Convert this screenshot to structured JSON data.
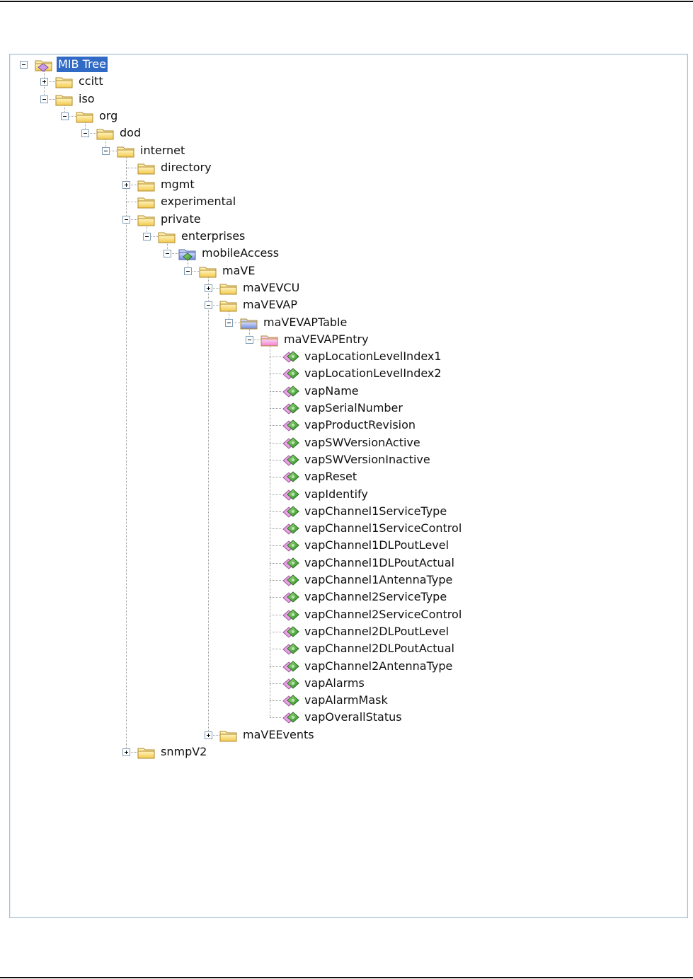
{
  "tree": {
    "nodes": [
      {
        "id": "mib-tree",
        "label": "MIB Tree",
        "depth": 0,
        "toggle": "minus",
        "icon": "mib-root",
        "selected": true
      },
      {
        "id": "ccitt",
        "label": "ccitt",
        "depth": 1,
        "toggle": "plus",
        "icon": "folder-yellow"
      },
      {
        "id": "iso",
        "label": "iso",
        "depth": 1,
        "toggle": "minus",
        "icon": "folder-yellow"
      },
      {
        "id": "org",
        "label": "org",
        "depth": 2,
        "toggle": "minus",
        "icon": "folder-yellow"
      },
      {
        "id": "dod",
        "label": "dod",
        "depth": 3,
        "toggle": "minus",
        "icon": "folder-yellow"
      },
      {
        "id": "internet",
        "label": "internet",
        "depth": 4,
        "toggle": "minus",
        "icon": "folder-yellow"
      },
      {
        "id": "directory",
        "label": "directory",
        "depth": 5,
        "toggle": "none",
        "icon": "folder-yellow"
      },
      {
        "id": "mgmt",
        "label": "mgmt",
        "depth": 5,
        "toggle": "plus",
        "icon": "folder-yellow"
      },
      {
        "id": "experimental",
        "label": "experimental",
        "depth": 5,
        "toggle": "none",
        "icon": "folder-yellow"
      },
      {
        "id": "private",
        "label": "private",
        "depth": 5,
        "toggle": "minus",
        "icon": "folder-yellow"
      },
      {
        "id": "enterprises",
        "label": "enterprises",
        "depth": 6,
        "toggle": "minus",
        "icon": "folder-yellow"
      },
      {
        "id": "mobileaccess",
        "label": "mobileAccess",
        "depth": 7,
        "toggle": "minus",
        "icon": "folder-module"
      },
      {
        "id": "mave",
        "label": "maVE",
        "depth": 8,
        "toggle": "minus",
        "icon": "folder-yellow"
      },
      {
        "id": "mavevcu",
        "label": "maVEVCU",
        "depth": 9,
        "toggle": "plus",
        "icon": "folder-yellow"
      },
      {
        "id": "mavevap",
        "label": "maVEVAP",
        "depth": 9,
        "toggle": "minus",
        "icon": "folder-yellow"
      },
      {
        "id": "mavevaptable",
        "label": "maVEVAPTable",
        "depth": 10,
        "toggle": "minus",
        "icon": "folder-blue"
      },
      {
        "id": "mavevapentry",
        "label": "maVEVAPEntry",
        "depth": 11,
        "toggle": "minus",
        "icon": "folder-pink"
      },
      {
        "id": "vaplocationlevelindex1",
        "label": "vapLocationLevelIndex1",
        "depth": 12,
        "toggle": "none",
        "icon": "leaf-object"
      },
      {
        "id": "vaplocationlevelindex2",
        "label": "vapLocationLevelIndex2",
        "depth": 12,
        "toggle": "none",
        "icon": "leaf-object"
      },
      {
        "id": "vapname",
        "label": "vapName",
        "depth": 12,
        "toggle": "none",
        "icon": "leaf-object"
      },
      {
        "id": "vapserialnumber",
        "label": "vapSerialNumber",
        "depth": 12,
        "toggle": "none",
        "icon": "leaf-object"
      },
      {
        "id": "vapproductrevision",
        "label": "vapProductRevision",
        "depth": 12,
        "toggle": "none",
        "icon": "leaf-object"
      },
      {
        "id": "vapswversionactive",
        "label": "vapSWVersionActive",
        "depth": 12,
        "toggle": "none",
        "icon": "leaf-object"
      },
      {
        "id": "vapswversioninactive",
        "label": "vapSWVersionInactive",
        "depth": 12,
        "toggle": "none",
        "icon": "leaf-object"
      },
      {
        "id": "vapreset",
        "label": "vapReset",
        "depth": 12,
        "toggle": "none",
        "icon": "leaf-object"
      },
      {
        "id": "vapidentify",
        "label": "vapIdentify",
        "depth": 12,
        "toggle": "none",
        "icon": "leaf-object"
      },
      {
        "id": "vapchannel1servicetype",
        "label": "vapChannel1ServiceType",
        "depth": 12,
        "toggle": "none",
        "icon": "leaf-object"
      },
      {
        "id": "vapchannel1servicecontrol",
        "label": "vapChannel1ServiceControl",
        "depth": 12,
        "toggle": "none",
        "icon": "leaf-object"
      },
      {
        "id": "vapchannel1dlpoutlevel",
        "label": "vapChannel1DLPoutLevel",
        "depth": 12,
        "toggle": "none",
        "icon": "leaf-object"
      },
      {
        "id": "vapchannel1dlpoutactual",
        "label": "vapChannel1DLPoutActual",
        "depth": 12,
        "toggle": "none",
        "icon": "leaf-object"
      },
      {
        "id": "vapchannel1antennatype",
        "label": "vapChannel1AntennaType",
        "depth": 12,
        "toggle": "none",
        "icon": "leaf-object"
      },
      {
        "id": "vapchannel2servicetype",
        "label": "vapChannel2ServiceType",
        "depth": 12,
        "toggle": "none",
        "icon": "leaf-object"
      },
      {
        "id": "vapchannel2servicecontrol",
        "label": "vapChannel2ServiceControl",
        "depth": 12,
        "toggle": "none",
        "icon": "leaf-object"
      },
      {
        "id": "vapchannel2dlpoutlevel",
        "label": "vapChannel2DLPoutLevel",
        "depth": 12,
        "toggle": "none",
        "icon": "leaf-object"
      },
      {
        "id": "vapchannel2dlpoutactual",
        "label": "vapChannel2DLPoutActual",
        "depth": 12,
        "toggle": "none",
        "icon": "leaf-object"
      },
      {
        "id": "vapchannel2antennatype",
        "label": "vapChannel2AntennaType",
        "depth": 12,
        "toggle": "none",
        "icon": "leaf-object"
      },
      {
        "id": "vapalarms",
        "label": "vapAlarms",
        "depth": 12,
        "toggle": "none",
        "icon": "leaf-object"
      },
      {
        "id": "vapalarmmask",
        "label": "vapAlarmMask",
        "depth": 12,
        "toggle": "none",
        "icon": "leaf-object"
      },
      {
        "id": "vapoverallstatus",
        "label": "vapOverallStatus",
        "depth": 12,
        "toggle": "none",
        "icon": "leaf-object"
      },
      {
        "id": "maveevents",
        "label": "maVEEvents",
        "depth": 9,
        "toggle": "plus",
        "icon": "folder-yellow"
      },
      {
        "id": "snmpv2",
        "label": "snmpV2",
        "depth": 5,
        "toggle": "plus",
        "icon": "folder-yellow"
      }
    ]
  },
  "colors": {
    "selection": "#316ac5",
    "folder_yellow": "#f6d66b",
    "folder_blue": "#7f97e0",
    "folder_pink": "#f59ad9",
    "leaf_green": "#4da838",
    "leaf_pink": "#e9a0e6"
  }
}
